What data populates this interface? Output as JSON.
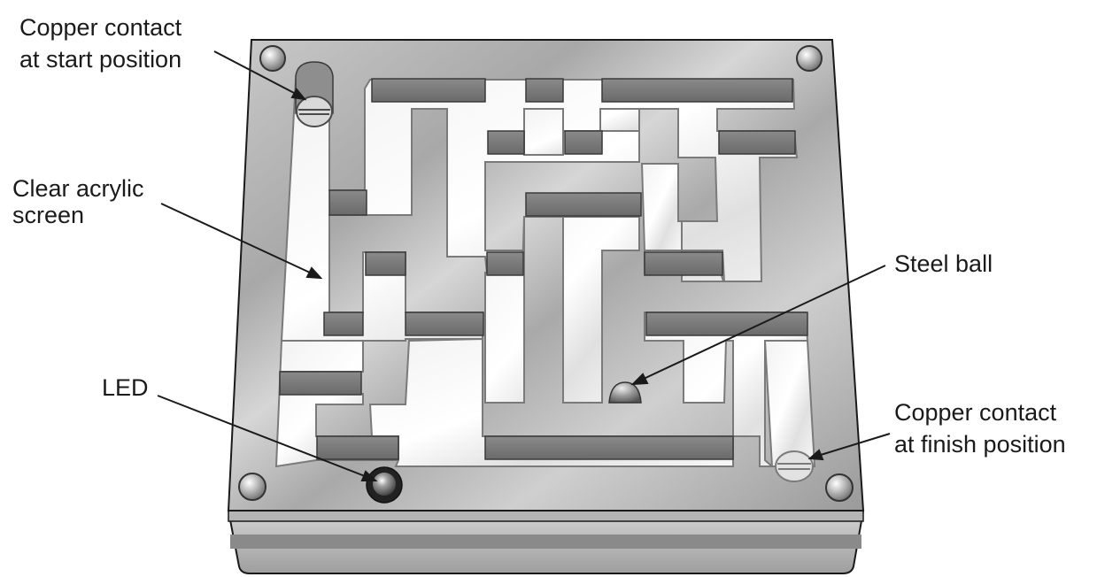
{
  "labels": {
    "start_contact": [
      "Copper contact",
      "at start position"
    ],
    "acrylic_screen": [
      "Clear acrylic",
      "screen"
    ],
    "led": [
      "LED"
    ],
    "steel_ball": [
      "Steel ball"
    ],
    "finish_contact": [
      "Copper contact",
      "at finish position"
    ]
  },
  "colors": {
    "line": "#1a1a1a",
    "board_edge": "#595959",
    "maze_wall": "#7a7a7a",
    "led": "#222222",
    "label": "#1a1a1a"
  }
}
